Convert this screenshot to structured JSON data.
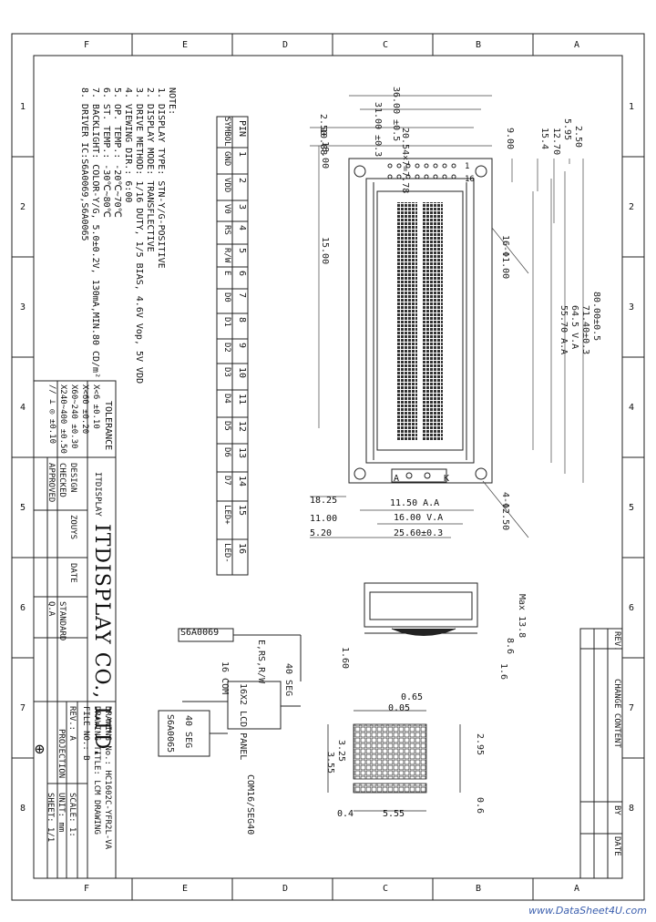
{
  "frame": {
    "col_letters": [
      "A",
      "B",
      "C",
      "D",
      "E",
      "F"
    ],
    "row_numbers": [
      "1",
      "2",
      "3",
      "4",
      "5",
      "6",
      "7",
      "8"
    ]
  },
  "notes": {
    "title": "NOTE:",
    "lines": [
      "1. DISPLAY TYPE: STN-Y/G-POSITIVE",
      "2. DISPLAY MODE: TRANSFLECTIVE",
      "3. DRIVE METHOD: 1/16 DUTY, 1/5 BIAS, 4.6V Vop, 5V VDD",
      "4. VIEWING DIR.: 6:00",
      "5. OP. TEMP.: -20℃~70℃",
      "6. ST. TEMP.: -30℃~80℃",
      "7. BACKLIGHT: COLOR-Y/G, 5.0±0.2V, 130mA,MIN.80 CD/m²",
      "8. DRIVER IC:S6A0069,S6A0065"
    ]
  },
  "pin_table": {
    "header": [
      "PIN",
      "SYMBOL"
    ],
    "pins": [
      "1",
      "2",
      "3",
      "4",
      "5",
      "6",
      "7",
      "8",
      "9",
      "10",
      "11",
      "12",
      "13",
      "14",
      "15",
      "16"
    ],
    "symbols": [
      "GND",
      "VDD",
      "V0",
      "RS",
      "R/W",
      "E",
      "D0",
      "D1",
      "D2",
      "D3",
      "D4",
      "D5",
      "D6",
      "D7",
      "LED+",
      "LED-"
    ]
  },
  "tolerance": {
    "title": "TOLERANCE",
    "rows": [
      "X<6   ±0.10",
      "X<60  ±0.20",
      "X60~240 ±0.30",
      "X240~400 ±0.50",
      "// ⊥ ◎  ±0.10"
    ]
  },
  "title_block": {
    "company": "ITDISPLAY CO., LTD.",
    "logo_text": "ITDISPLAY",
    "design_label": "DESIGN",
    "design_value": "ZOUYS",
    "checked_label": "CHECKED",
    "approved_label": "APPROVED",
    "date_label": "DATE",
    "standard_label": "STANDARD",
    "standard_value": "STANDARD",
    "qa_label": "Q.A",
    "drawing_no": "DRAWING No.: HC1602C-YFR2L-VA",
    "drawing_title": "DRAWING TITLE: LCM DRAWING",
    "file_no": "FILE NO.: B",
    "rev": "REV.: A",
    "scale": "SCALE: 1:",
    "unit": "UNIT: mm",
    "sheet": "SHEET: 1/1",
    "projection": "PROJECTION"
  },
  "revision_block": {
    "headers": [
      "REV.",
      "CHANGE CONTENT",
      "BY",
      "DATE"
    ]
  },
  "dimensions": {
    "top": [
      "36.00 ±0.5",
      "31.00 ±0.3",
      "2.50",
      "10.88",
      "20.54×7=7.78",
      "18.00"
    ],
    "right": [
      "2.50",
      "5.95",
      "12.70",
      "15.4",
      "9.00"
    ],
    "side_long": [
      "80.00±0.5",
      "71.40±0.3",
      "64.5 V.A",
      "55.70 A.A"
    ],
    "inner": [
      "15.00",
      "16-Φ1.00",
      "4-Φ2.50"
    ],
    "bottom": [
      "18.25",
      "11.00",
      "5.20",
      "11.50 A.A",
      "16.00 V.A",
      "25.60±0.3"
    ],
    "pin1": "1",
    "pin16": "16",
    "anode": "A",
    "cathode": "K",
    "side_view": [
      "Max 13.8",
      "1.60",
      "8.6",
      "1.6"
    ],
    "char": [
      "0.65",
      "0.05",
      "3.55",
      "3.25",
      "0.6",
      "0.4",
      "5.55",
      "2.95"
    ]
  },
  "block_diagram": {
    "ic1": "S6A0069",
    "ic2": "S6A0065",
    "panel": "16X2 LCD PANEL",
    "com": "16 COM",
    "seg40": "40 SEG",
    "seg40b": "40 SEG",
    "com_seg": "COM16/SEG40",
    "signals": "E,RS,R/W"
  },
  "watermark": "www.DataSheet4U.com"
}
